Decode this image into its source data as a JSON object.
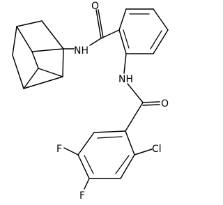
{
  "diagram": {
    "type": "chemical-structure",
    "atoms": {
      "carbonyl_oxygen_top": "O",
      "amide_nh_left": "NH",
      "amide_nh_middle": "NH",
      "carbonyl_oxygen_right": "O",
      "fluorine_upper": "F",
      "fluorine_lower": "F",
      "chlorine": "Cl"
    }
  }
}
